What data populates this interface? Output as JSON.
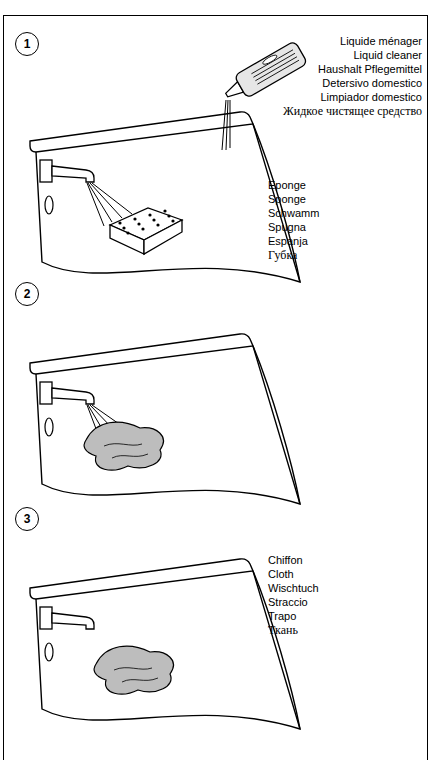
{
  "diagram": {
    "nodes": [
      {
        "text": [
          "1"
        ]
      },
      {
        "text": [
          "2"
        ]
      },
      {
        "text": [
          "3"
        ]
      }
    ],
    "labels": [
      "Liquide ménager",
      "Liquid cleaner",
      "Haushalt Pflegemittel",
      "Detersivo domestico",
      "Limpiador domestico",
      "Жидкое чистящее средство",
      "Eponge",
      "Sponge",
      "Schwamm",
      "Spugna",
      "Espanja",
      "Губка",
      "Chiffon",
      "Cloth",
      "Wischtuch",
      "Straccio",
      "Trapo",
      "Ткань"
    ]
  }
}
